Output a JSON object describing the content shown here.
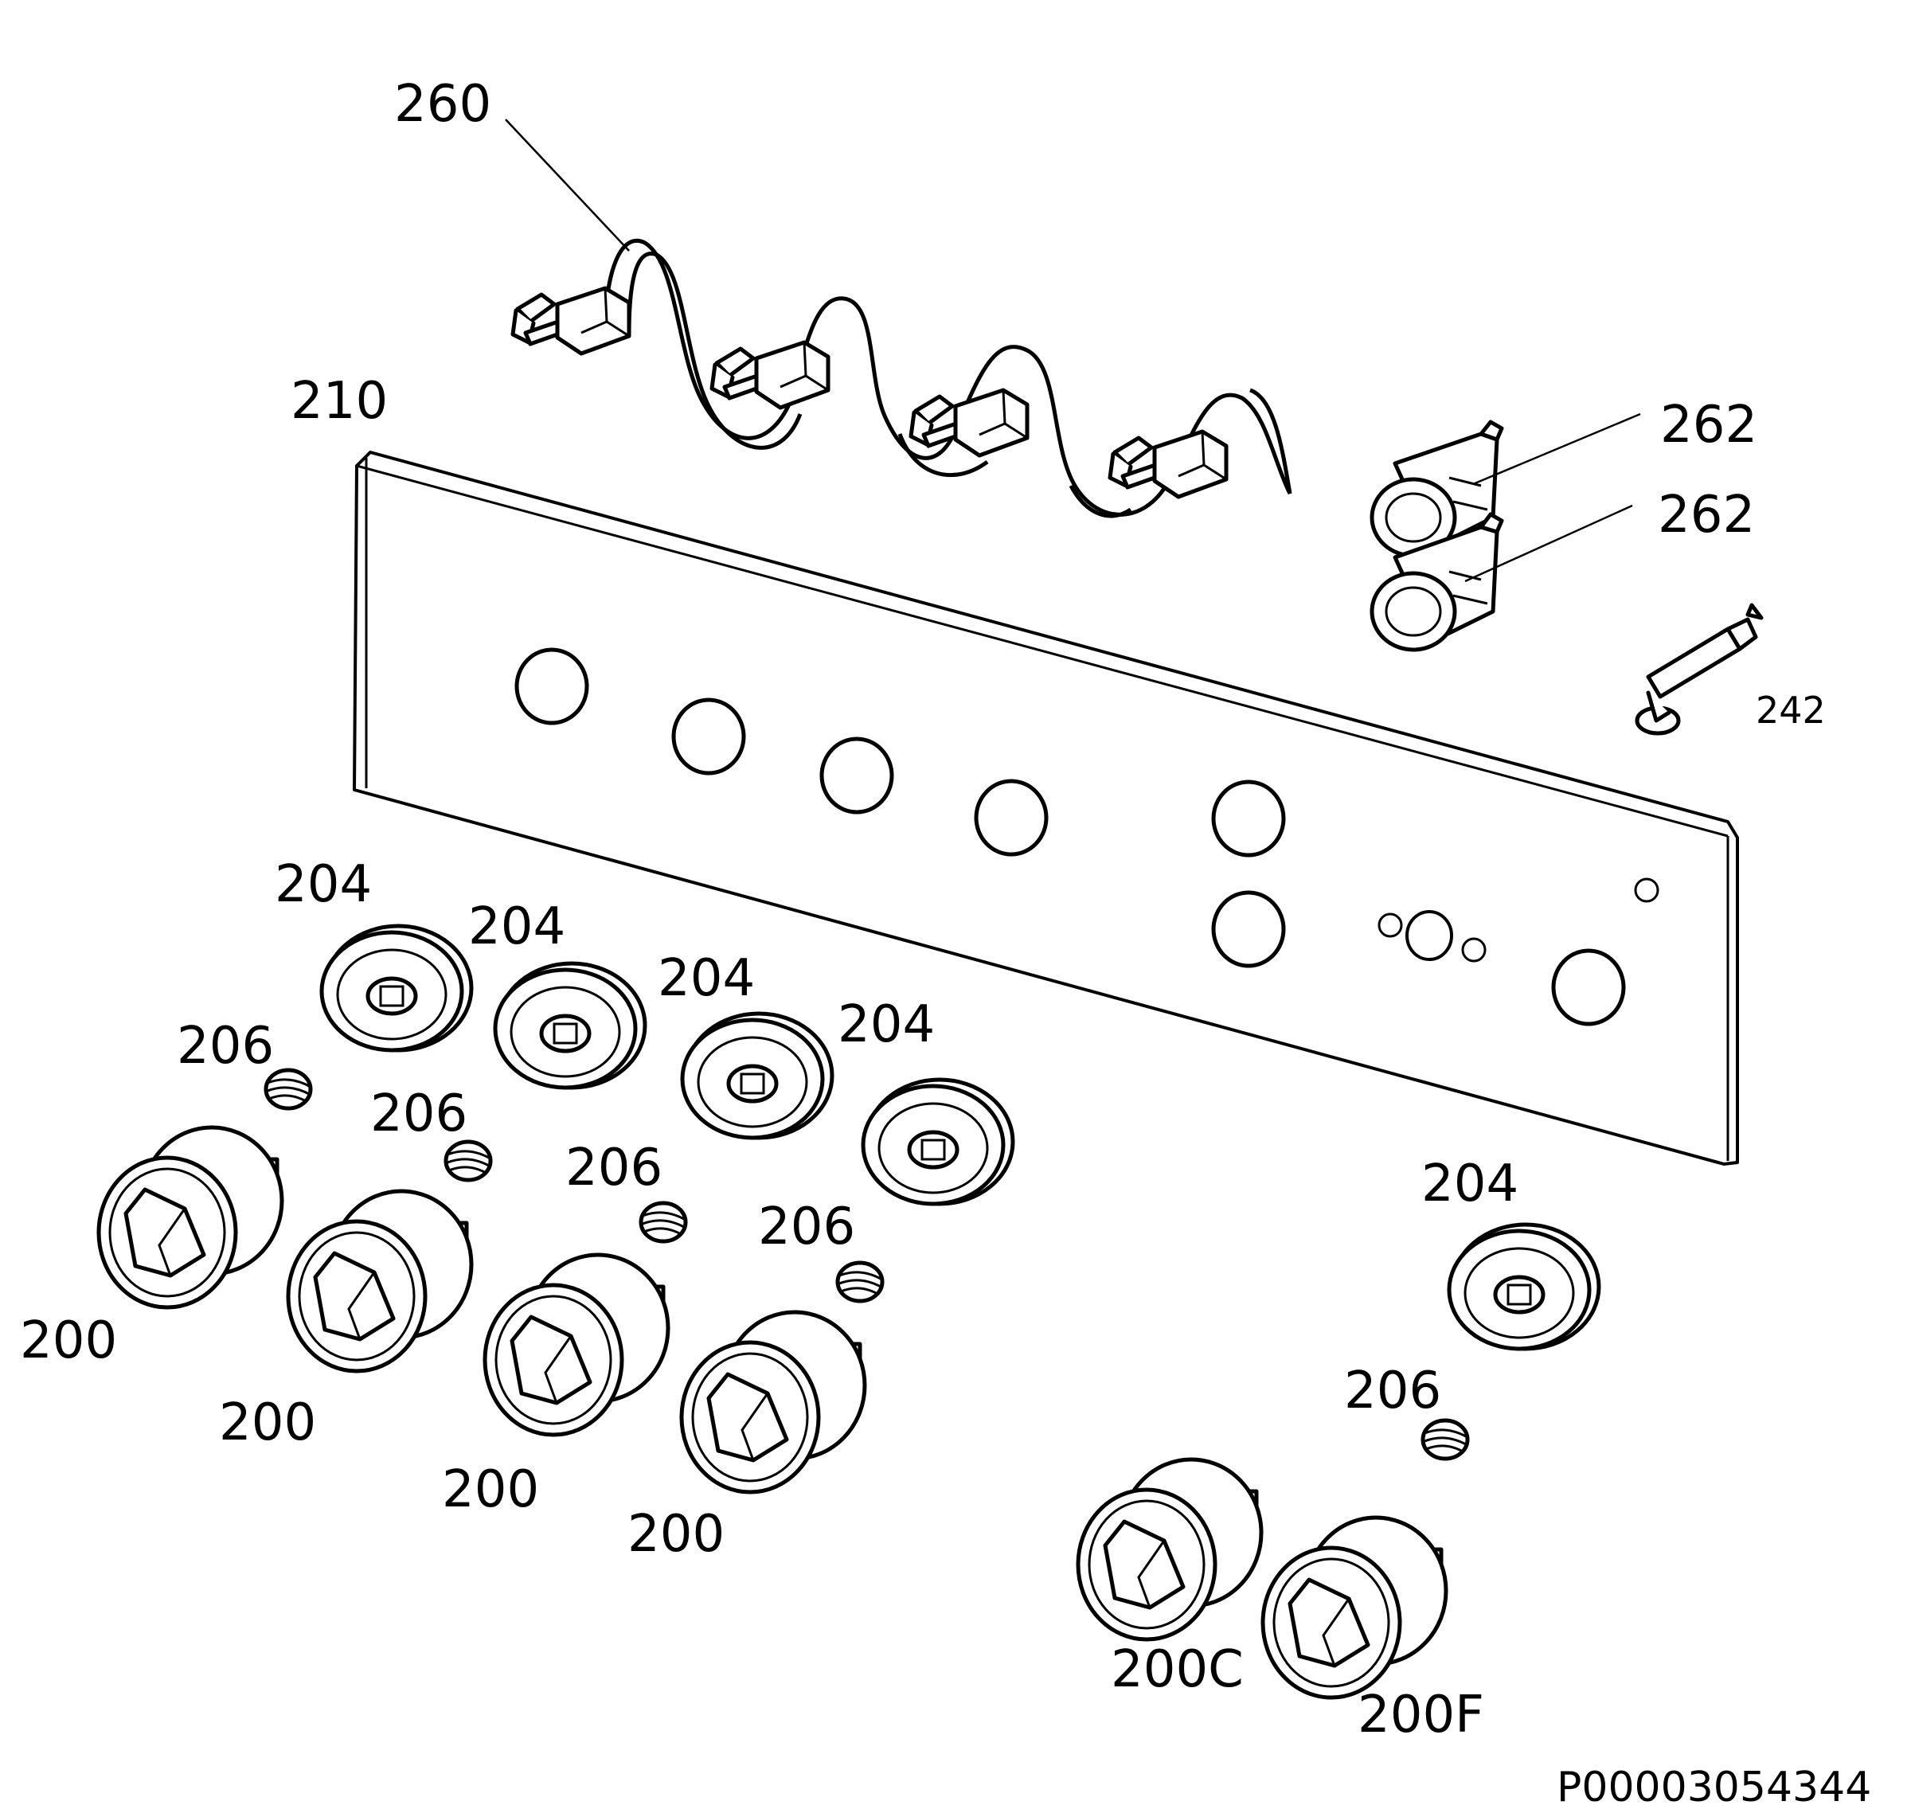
{
  "diagram": {
    "callouts": {
      "c260": "260",
      "c210": "210",
      "c262a": "262",
      "c262b": "262",
      "c242": "242",
      "c204_1": "204",
      "c204_2": "204",
      "c204_3": "204",
      "c204_4": "204",
      "c204_5": "204",
      "c206_1": "206",
      "c206_2": "206",
      "c206_3": "206",
      "c206_4": "206",
      "c206_5": "206",
      "c200_1": "200",
      "c200_2": "200",
      "c200_3": "200",
      "c200_4": "200",
      "c200C": "200C",
      "c200F": "200F"
    },
    "drawing_code": "P00003054344"
  }
}
